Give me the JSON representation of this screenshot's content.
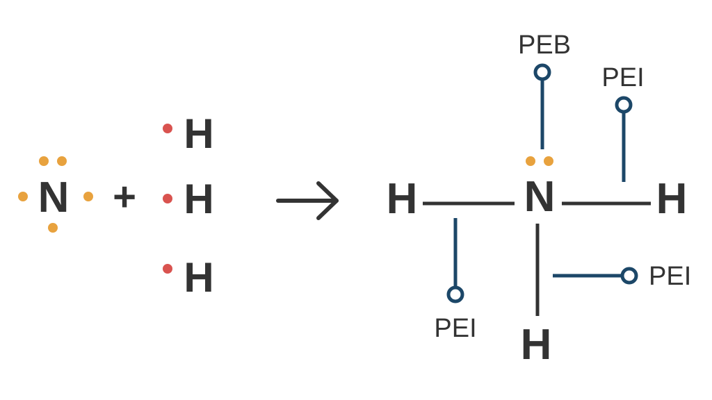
{
  "reactants": {
    "nitrogen": {
      "symbol": "N",
      "valence_dots": 5,
      "dot_color": "#e8a23e"
    },
    "plus_sign": "+",
    "hydrogens": [
      {
        "symbol": "H",
        "dot_color": "#d9534f"
      },
      {
        "symbol": "H",
        "dot_color": "#d9534f"
      },
      {
        "symbol": "H",
        "dot_color": "#d9534f"
      }
    ]
  },
  "product": {
    "center": {
      "symbol": "N",
      "lone_pair_color": "#e8a23e"
    },
    "left_h": "H",
    "right_h": "H",
    "bottom_h": "H"
  },
  "annotations": {
    "color": "#1c4768",
    "labels": [
      "PEB",
      "PEI",
      "PEI",
      "PEI"
    ]
  }
}
